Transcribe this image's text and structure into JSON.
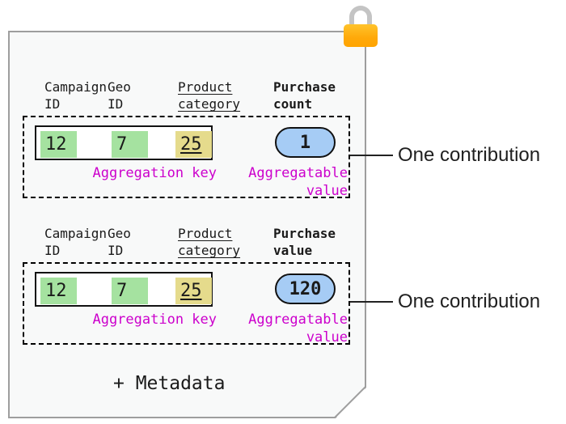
{
  "icons": {
    "lock": "padlock-icon"
  },
  "colors": {
    "record_bg": "#f8f9f9",
    "record_border": "#9e9e9e",
    "cell_green": "#a5e2a0",
    "cell_yellow": "#e5db8c",
    "pill_blue": "#a6ccf5",
    "label_magenta": "#cc00cc",
    "lock_body": "#ffa90a",
    "lock_shackle": "#c4c4c4"
  },
  "contributions": [
    {
      "headers": [
        {
          "text": "Campaign\nID"
        },
        {
          "text": "Geo\nID"
        },
        {
          "text": "Product\ncategory"
        },
        {
          "text": "Purchase\ncount"
        }
      ],
      "key_cells": [
        {
          "value": "12"
        },
        {
          "value": "7"
        },
        {
          "value": "25"
        }
      ],
      "key_label": "Aggregation key",
      "aggregatable_value": "1",
      "value_label": "Aggregatable\nvalue",
      "callout": "One contribution"
    },
    {
      "headers": [
        {
          "text": "Campaign\nID"
        },
        {
          "text": "Geo\nID"
        },
        {
          "text": "Product\ncategory"
        },
        {
          "text": "Purchase\nvalue"
        }
      ],
      "key_cells": [
        {
          "value": "12"
        },
        {
          "value": "7"
        },
        {
          "value": "25"
        }
      ],
      "key_label": "Aggregation key",
      "aggregatable_value": "120",
      "value_label": "Aggregatable\nvalue",
      "callout": "One contribution"
    }
  ],
  "metadata_label": "+ Metadata"
}
